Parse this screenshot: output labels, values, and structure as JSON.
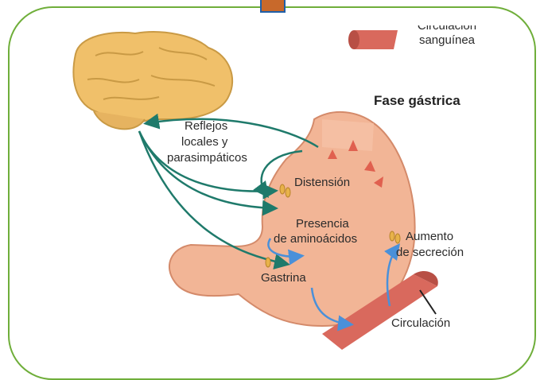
{
  "labels": {
    "circulacion_top_1": "Circulación",
    "circulacion_top_2": "sanguínea",
    "fase": "Fase gástrica",
    "reflejos_1": "Reflejos",
    "reflejos_2": "locales y",
    "reflejos_3": "parasimpáticos",
    "distension": "Distensión",
    "presencia_1": "Presencia",
    "presencia_2": "de aminoácidos",
    "aumento_1": "Aumento",
    "aumento_2": "de secreción",
    "gastrina": "Gastrina",
    "circulacion_bottom": "Circulación"
  },
  "colors": {
    "frame": "#6fae3a",
    "brain": "#f0c06a",
    "stomach": "#f2b596",
    "vessel": "#d9695d",
    "arrow_green": "#1f7a6b",
    "arrow_blue": "#4a90d9"
  }
}
